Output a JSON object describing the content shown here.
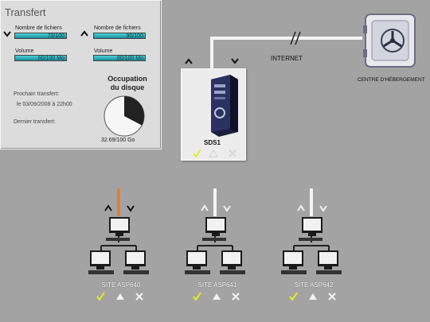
{
  "panel": {
    "title": "Transfert",
    "left": {
      "files_label": "Nombre de fichiers",
      "files_value": "70/100",
      "volume_label": "Volume",
      "volume_value": "60/100 Mo"
    },
    "right": {
      "files_label": "Nombre de fichiers",
      "files_value": "90/100",
      "volume_label": "Volume",
      "volume_value": "80/100 Mo"
    },
    "next_transfer_label": "Prochain transfert:",
    "next_transfer_value": "le 03/09/2008 à 22h00",
    "last_transfer_label": "Dernier transfert:",
    "disk_title_line1": "Occupation",
    "disk_title_line2": "du disque",
    "disk_value": "32.69/100 Go",
    "disk_used_fraction": 0.3269
  },
  "labels": {
    "internet": "INTERNET",
    "hosting": "CENTRE D'HÉBERGEMENT",
    "server": "SDS1"
  },
  "sites": [
    {
      "name": "SITE ASP640",
      "active": true
    },
    {
      "name": "SITE ASP641",
      "active": false
    },
    {
      "name": "SITE ASP642",
      "active": false
    }
  ],
  "colors": {
    "accent": "#e4ea2a",
    "link_active": "#e0822a",
    "link_blue": "#3a3ad0",
    "meter": "#2bb4bd"
  }
}
